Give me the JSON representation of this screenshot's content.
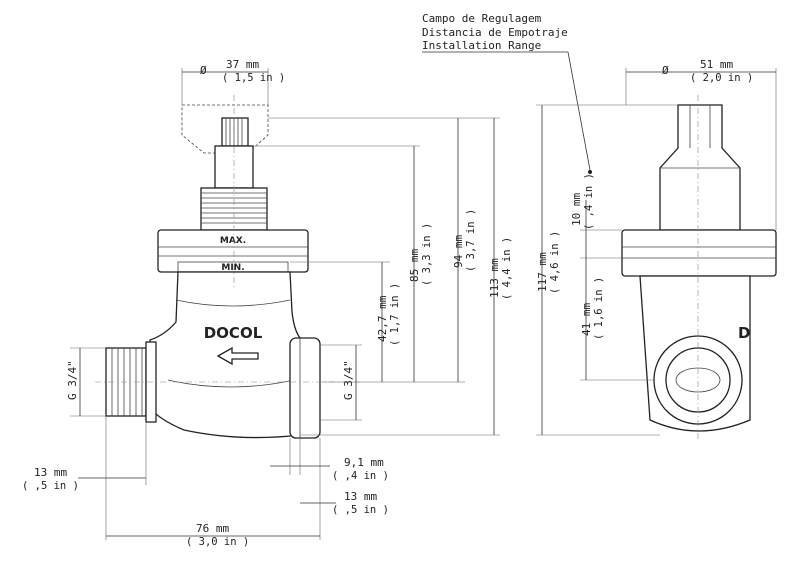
{
  "note_lines": [
    "Campo de Regulagem",
    "Distancia de Empotraje",
    "Installation Range"
  ],
  "diameter_symbol": "Ø",
  "labels": {
    "body_diameter": [
      "37 mm",
      "( 1,5 in )"
    ],
    "side_diameter": [
      "51 mm",
      "( 2,0 in )"
    ],
    "h85": [
      "85 mm",
      "( 3,3 in )"
    ],
    "h94": [
      "94 mm",
      "( 3,7 in )"
    ],
    "h113": [
      "113 mm",
      "( 4,4 in )"
    ],
    "h42": [
      "42,7 mm",
      "( 1,7 in )"
    ],
    "h117": [
      "117 mm",
      "( 4,6 in )"
    ],
    "h10": [
      "10 mm",
      "( ,4 in )"
    ],
    "h41": [
      "41 mm",
      "( 1,6 in )"
    ],
    "thread_left": "G 3/4\"",
    "thread_right": "G 3/4\"",
    "w13_left": [
      "13 mm",
      "( ,5 in )"
    ],
    "w91": [
      "9,1 mm",
      "( ,4 in )"
    ],
    "w13_right": [
      "13 mm",
      "( ,5 in )"
    ],
    "w76": [
      "76 mm",
      "( 3,0 in )"
    ]
  },
  "markings": {
    "brand": "DOCOL",
    "max": "MAX.",
    "min": "MIN.",
    "side_brand": "D"
  }
}
